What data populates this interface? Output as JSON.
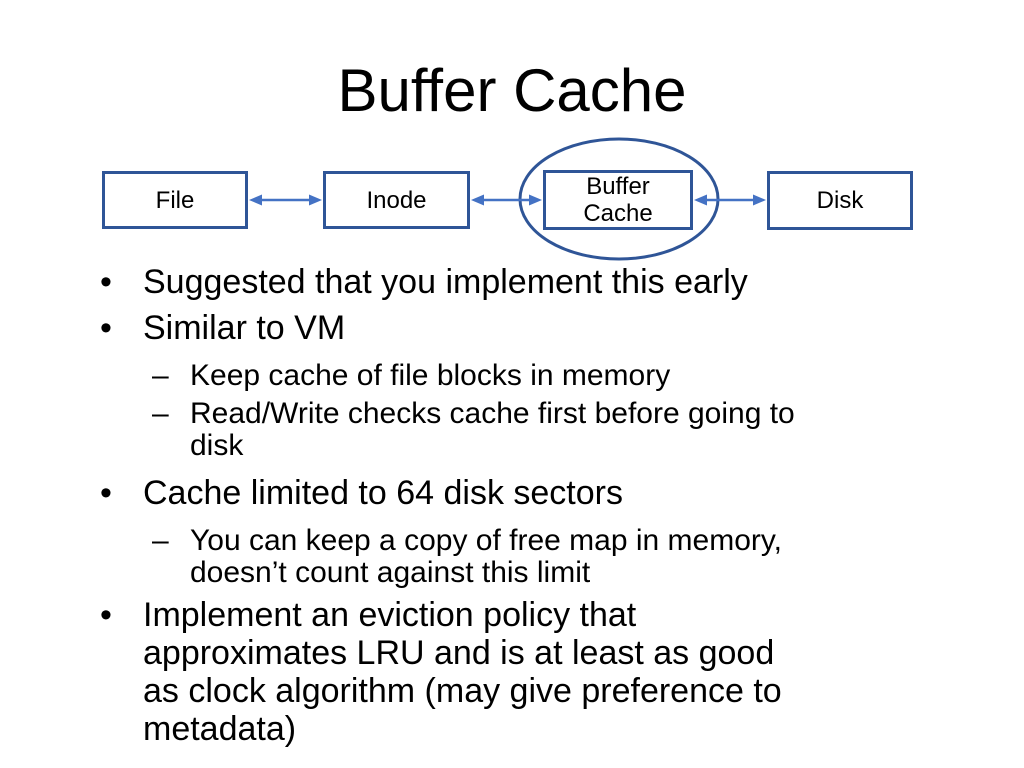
{
  "slide": {
    "title": "Buffer Cache"
  },
  "diagram": {
    "nodes": {
      "file": {
        "label": "File"
      },
      "inode": {
        "label": "Inode"
      },
      "buffer_cache": {
        "lines": [
          "Buffer",
          "Cache"
        ]
      },
      "disk": {
        "label": "Disk"
      }
    },
    "connections": [
      "File <-> Inode",
      "Inode <-> Buffer Cache",
      "Buffer Cache <-> Disk"
    ],
    "colors": {
      "outline": "#2F5597",
      "arrow": "#4472C4"
    }
  },
  "markers": {
    "level1": "•",
    "level2": "–"
  },
  "bullets": [
    {
      "level": 1,
      "lines": [
        "Suggested that you implement this early"
      ]
    },
    {
      "level": 1,
      "lines": [
        "Similar to VM"
      ]
    },
    {
      "level": 2,
      "lines": [
        "Keep cache of file blocks in memory"
      ]
    },
    {
      "level": 2,
      "lines": [
        "Read/Write checks cache first before going to",
        "disk"
      ]
    },
    {
      "level": 1,
      "lines": [
        "Cache limited to 64 disk sectors"
      ]
    },
    {
      "level": 2,
      "lines": [
        "You can keep a copy of free map in memory,",
        "doesn’t count against this limit"
      ]
    },
    {
      "level": 1,
      "lines": [
        "Implement an eviction policy that",
        "approximates LRU and is at least as good",
        "as clock algorithm (may give preference to",
        "metadata)"
      ]
    }
  ]
}
